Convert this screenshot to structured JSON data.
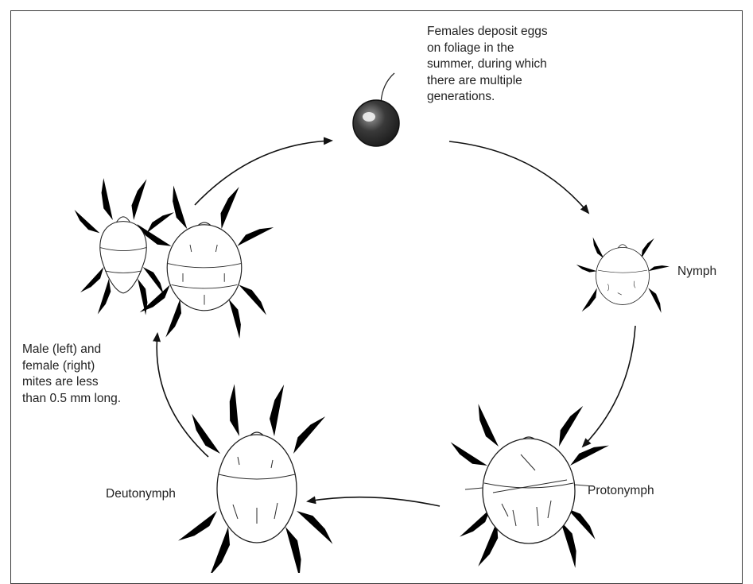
{
  "diagram": {
    "stages": [
      {
        "id": "egg",
        "label": "Females deposit eggs\non foliage in the\nsummer, during which\nthere are multiple\ngenerations."
      },
      {
        "id": "nymph",
        "label": "Nymph"
      },
      {
        "id": "protonymph",
        "label": "Protonymph"
      },
      {
        "id": "deutonymph",
        "label": "Deutonymph"
      },
      {
        "id": "adults",
        "label": "Male (left) and\nfemale (right)\nmites are less\nthan 0.5 mm long."
      }
    ],
    "arrows": [
      {
        "from": "egg",
        "to": "nymph"
      },
      {
        "from": "nymph",
        "to": "protonymph"
      },
      {
        "from": "protonymph",
        "to": "deutonymph"
      },
      {
        "from": "deutonymph",
        "to": "adults"
      },
      {
        "from": "adults",
        "to": "egg"
      }
    ],
    "colors": {
      "line": "#1e1e1e",
      "egg_fill": "#3c3c3c",
      "background": "#ffffff"
    }
  }
}
